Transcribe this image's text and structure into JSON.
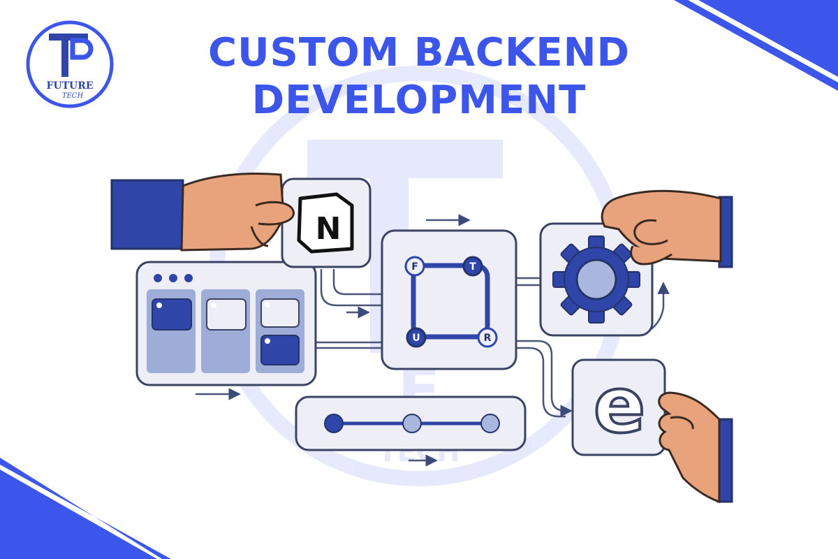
{
  "title": {
    "line1": "CUSTOM BACKEND",
    "line2": "DEVELOPMENT"
  },
  "brand": {
    "name_top": "FUTURE",
    "name_bottom": "TECH",
    "accent_color": "#3c56ec",
    "navy_color": "#2f46a8"
  },
  "network": {
    "node_labels": [
      "F",
      "T",
      "U",
      "R"
    ]
  },
  "tiles": {
    "notion_letter": "N",
    "edge_letter": "e"
  },
  "icons": [
    "notion-icon",
    "gear-icon",
    "edge-browser-icon",
    "dashboard-window-icon",
    "timeline-slider-icon"
  ]
}
